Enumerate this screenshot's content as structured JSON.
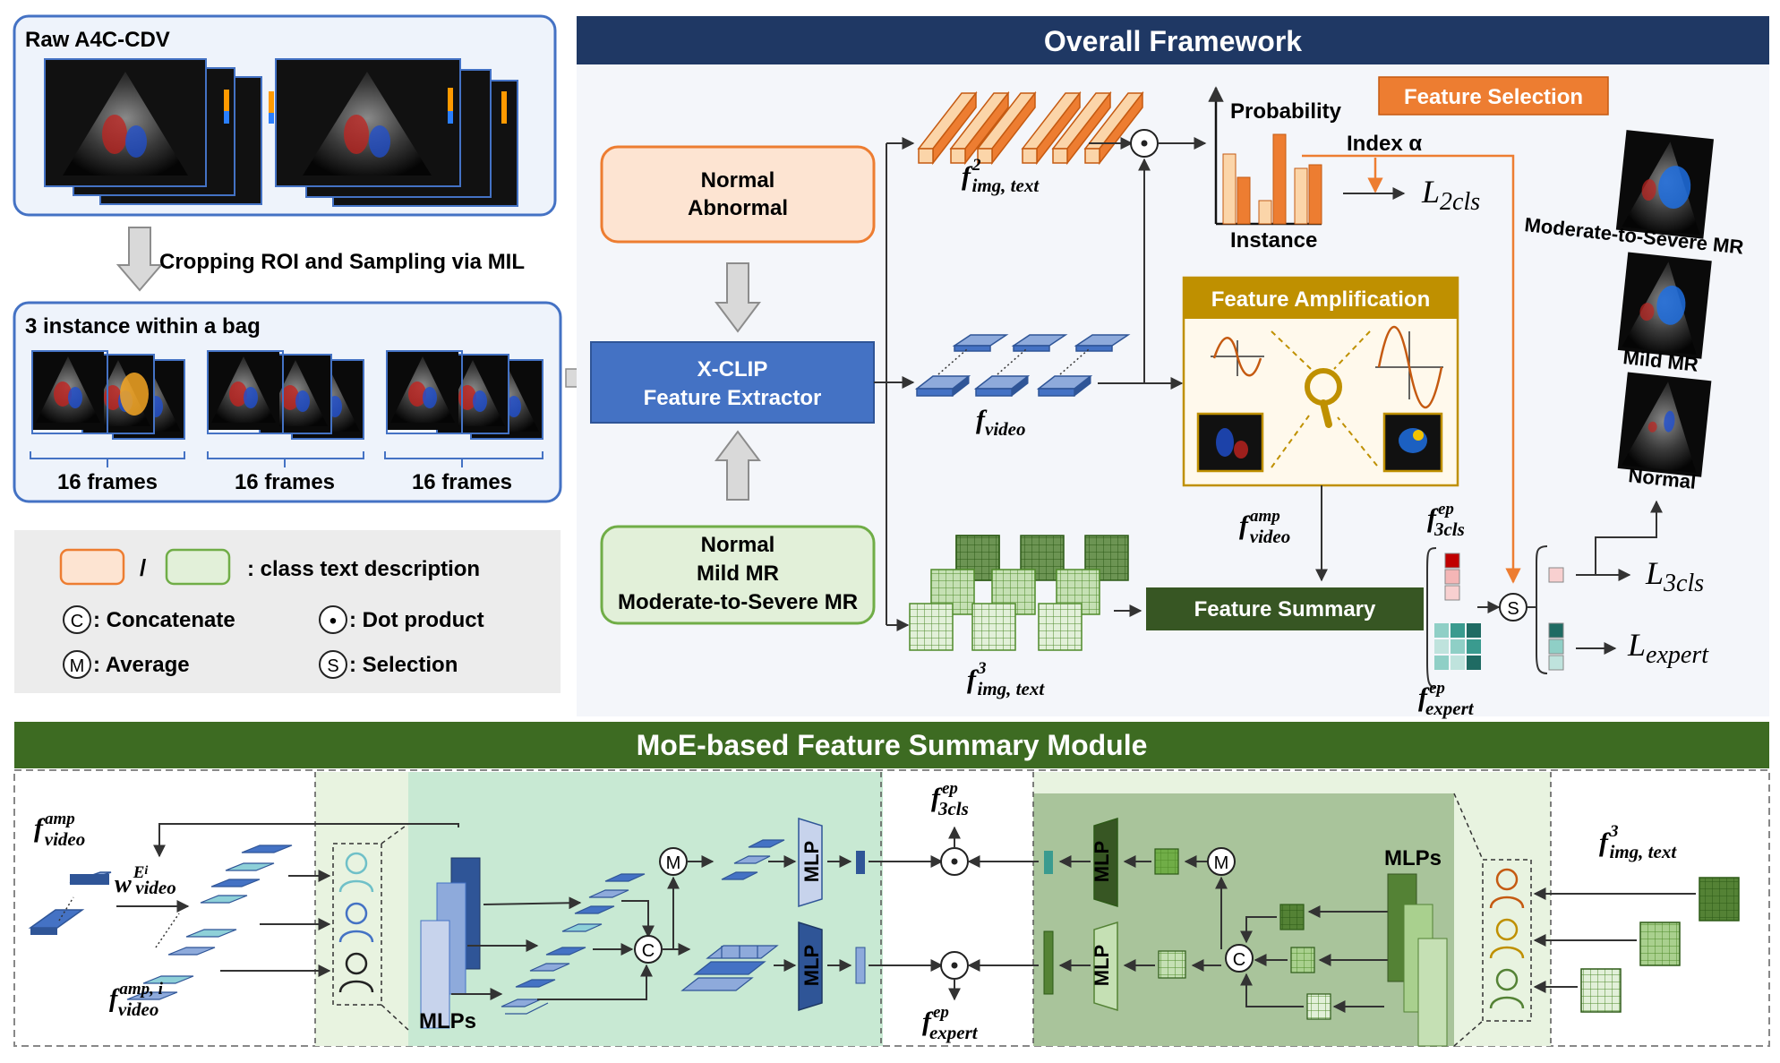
{
  "input": {
    "raw_title": "Raw A4C-CDV",
    "ellipsis": "...",
    "crop_label": "Cropping ROI and Sampling via MIL",
    "bag_title": "3 instance within a bag",
    "frames": [
      "16 frames",
      "16 frames",
      "16 frames"
    ]
  },
  "legend": {
    "slash": "/",
    "class_text": ": class text description",
    "concat": ": Concatenate",
    "dot": ": Dot product",
    "average": ": Average",
    "selection": ": Selection",
    "sym_c": "C",
    "sym_dot": "•",
    "sym_m": "M",
    "sym_s": "S"
  },
  "framework": {
    "title": "Overall Framework",
    "text_top": [
      "Normal",
      "Abnormal"
    ],
    "text_bottom": [
      "Normal",
      "Mild MR",
      "Moderate-to-Severe MR"
    ],
    "extractor": [
      "X-CLIP",
      "Feature Extractor"
    ],
    "f_img2": {
      "base": "f",
      "sup": "2",
      "sub": "img, text"
    },
    "f_video": {
      "base": "f",
      "sub": "video"
    },
    "f_img3": {
      "base": "f",
      "sup": "3",
      "sub": "img, text"
    },
    "probability": "Probability",
    "instance": "Instance",
    "feature_selection": "Feature Selection",
    "index_alpha": "Index α",
    "l2cls": {
      "base": "L",
      "sub": "2cls"
    },
    "feature_amp": "Feature Amplification",
    "f_amp": {
      "base": "f",
      "sup": "amp",
      "sub": "video"
    },
    "feature_summary": "Feature Summary",
    "f_ep_3cls": {
      "base": "f",
      "sup": "ep",
      "sub": "3cls"
    },
    "f_ep_expert": {
      "base": "f",
      "sup": "ep",
      "sub": "expert"
    },
    "sel_symbol": "S",
    "l3cls": {
      "base": "L",
      "sub": "3cls"
    },
    "lexpert": {
      "base": "L",
      "sub": "expert"
    },
    "outputs": [
      "Moderate-to-Severe MR",
      "Mild MR",
      "Normal"
    ]
  },
  "moe": {
    "title": "MoE-based Feature Summary Module",
    "f_amp": {
      "base": "f",
      "sup": "amp",
      "sub": "video"
    },
    "w": {
      "base": "w",
      "sup": "E",
      "supsub": "i",
      "sub": "video"
    },
    "f_amp_i": {
      "base": "f",
      "sup": "amp, i",
      "sub": "video"
    },
    "mlps": "MLPs",
    "mlp": "MLP",
    "f_ep_3cls": {
      "base": "f",
      "sup": "ep",
      "sub": "3cls"
    },
    "f_ep_expert": {
      "base": "f",
      "sup": "ep",
      "sub": "expert"
    },
    "f_img3": {
      "base": "f",
      "sup": "3",
      "sub": "img, text"
    },
    "sym_m": "M",
    "sym_c": "C",
    "sym_dot": "•"
  },
  "colors": {
    "navy": "#1f3864",
    "blue": "#4472c4",
    "orange": "#ed7d31",
    "green": "#375623",
    "moe_green": "#3d6b22",
    "light_blue_panel": "#eef3fb",
    "gray_panel": "#ececec"
  }
}
